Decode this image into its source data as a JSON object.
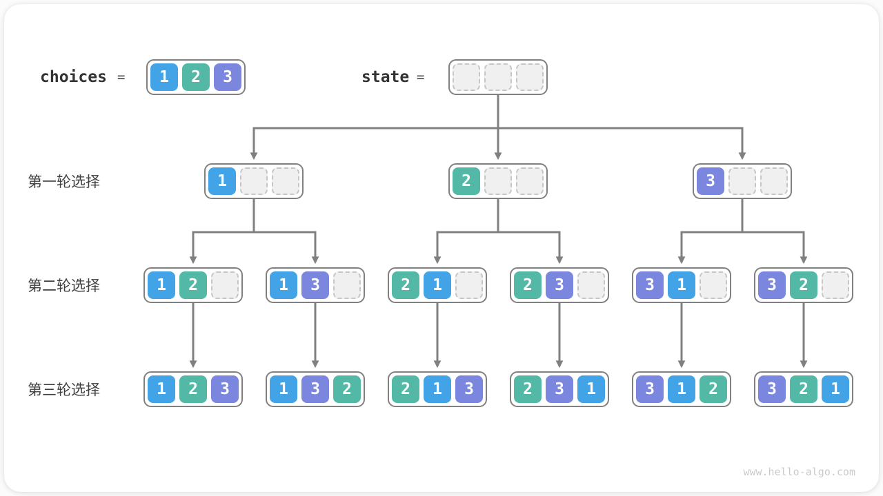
{
  "header": {
    "choices_label": "choices",
    "equals": "=",
    "state_label": "state",
    "choices_cells": [
      "1",
      "2",
      "3"
    ],
    "state_cells": [
      null,
      null,
      null
    ]
  },
  "rows": [
    {
      "label": "第一轮选择",
      "nodes": [
        {
          "cells": [
            "1",
            null,
            null
          ]
        },
        {
          "cells": [
            "2",
            null,
            null
          ]
        },
        {
          "cells": [
            "3",
            null,
            null
          ]
        }
      ]
    },
    {
      "label": "第二轮选择",
      "nodes": [
        {
          "cells": [
            "1",
            "2",
            null
          ]
        },
        {
          "cells": [
            "1",
            "3",
            null
          ]
        },
        {
          "cells": [
            "2",
            "1",
            null
          ]
        },
        {
          "cells": [
            "2",
            "3",
            null
          ]
        },
        {
          "cells": [
            "3",
            "1",
            null
          ]
        },
        {
          "cells": [
            "3",
            "2",
            null
          ]
        }
      ]
    },
    {
      "label": "第三轮选择",
      "nodes": [
        {
          "cells": [
            "1",
            "2",
            "3"
          ]
        },
        {
          "cells": [
            "1",
            "3",
            "2"
          ]
        },
        {
          "cells": [
            "2",
            "1",
            "3"
          ]
        },
        {
          "cells": [
            "2",
            "3",
            "1"
          ]
        },
        {
          "cells": [
            "3",
            "1",
            "2"
          ]
        },
        {
          "cells": [
            "3",
            "2",
            "1"
          ]
        }
      ]
    }
  ],
  "colors": {
    "value1": "#42A4E6",
    "value2": "#53B9A6",
    "value3": "#7B86DE",
    "line": "#808080",
    "empty_fill": "#F0F0F0",
    "empty_border": "#C6C6C6"
  },
  "watermark": "www.hello-algo.com"
}
